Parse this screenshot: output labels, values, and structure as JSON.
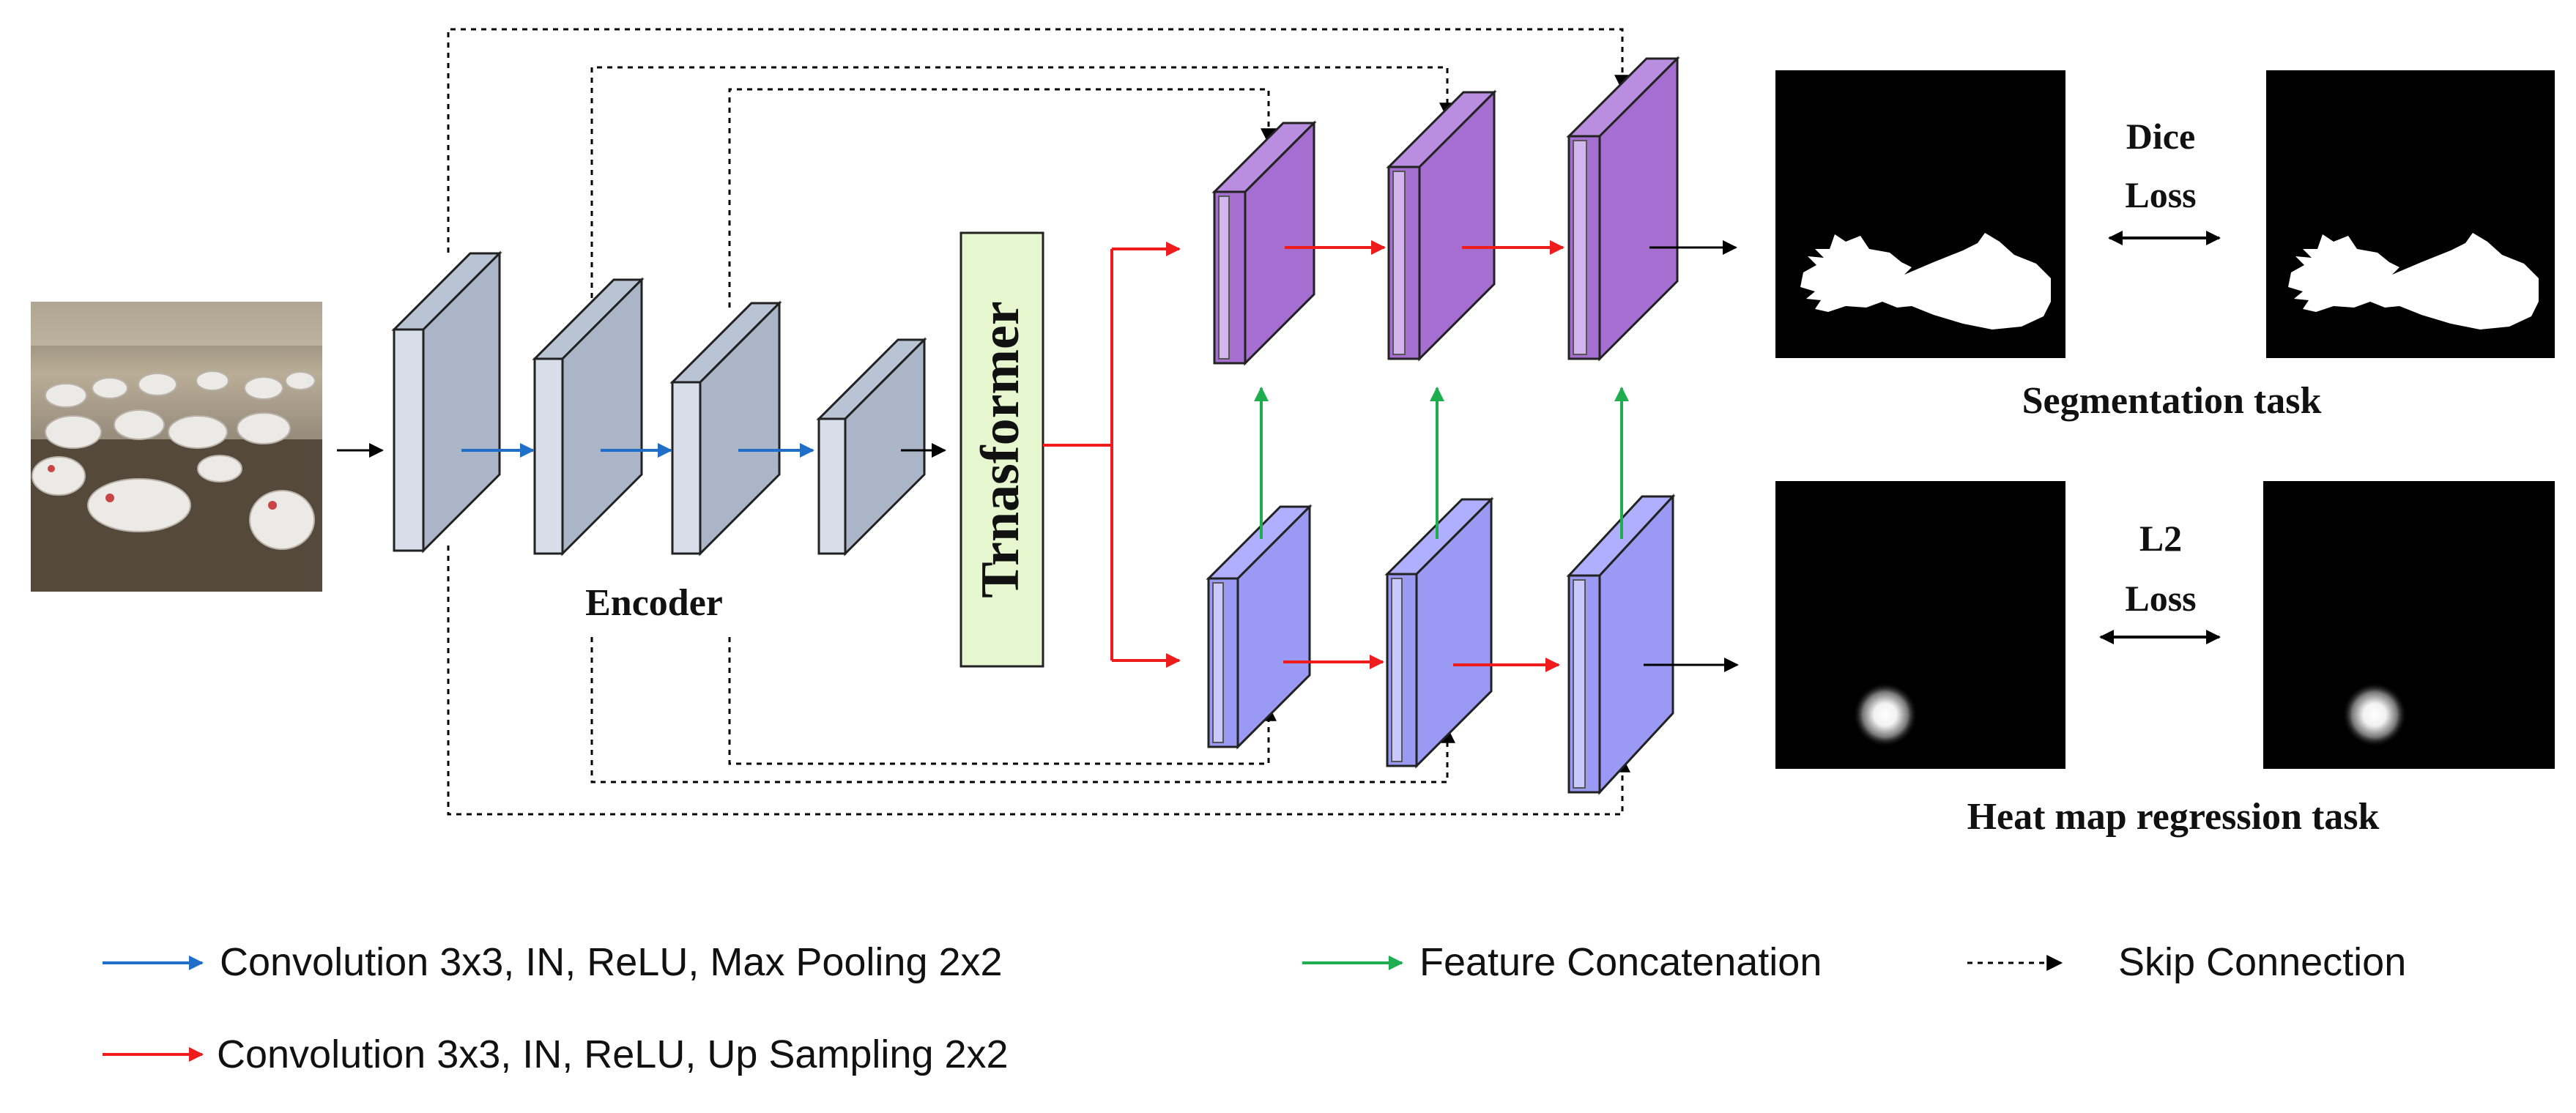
{
  "labels": {
    "encoder": "Encoder",
    "transformer": "Trnasformer",
    "dice_line1": "Dice",
    "dice_line2": "Loss",
    "l2_line1": "L2",
    "l2_line2": "Loss",
    "segmentation_task": "Segmentation task",
    "heatmap_task": "Heat map regression task"
  },
  "legend": {
    "blue": "Convolution 3x3, IN, ReLU, Max Pooling 2x2",
    "green": "Feature Concatenation",
    "skip": "Skip Connection",
    "red": "Convolution 3x3, IN, ReLU, Up Sampling 2x2"
  },
  "colors": {
    "encoder_block": "#aab6c8",
    "segmentation_block": "#a56fd2",
    "heatmap_block": "#9a99f4",
    "transformer_fill": "#e6f7cf",
    "blue_arrow": "#1f6fc8",
    "red_arrow": "#ee1c1c",
    "green_arrow": "#1fae4f"
  }
}
